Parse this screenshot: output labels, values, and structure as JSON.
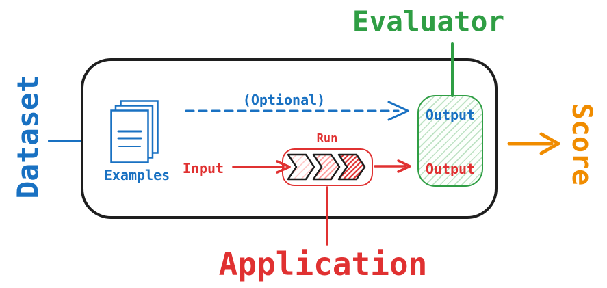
{
  "diagram": {
    "dataset_label": "Dataset",
    "evaluator_label": "Evaluator",
    "score_label": "Score",
    "application_label": "Application",
    "examples_label": "Examples",
    "optional_label": "(Optional)",
    "input_label": "Input",
    "run_label": "Run",
    "evaluator_output_label": "Output",
    "app_output_label": "Output"
  },
  "colors": {
    "blue": "#1971c2",
    "green": "#2f9e44",
    "red": "#e03131",
    "orange": "#f08c00",
    "ink": "#1e1e1e"
  }
}
